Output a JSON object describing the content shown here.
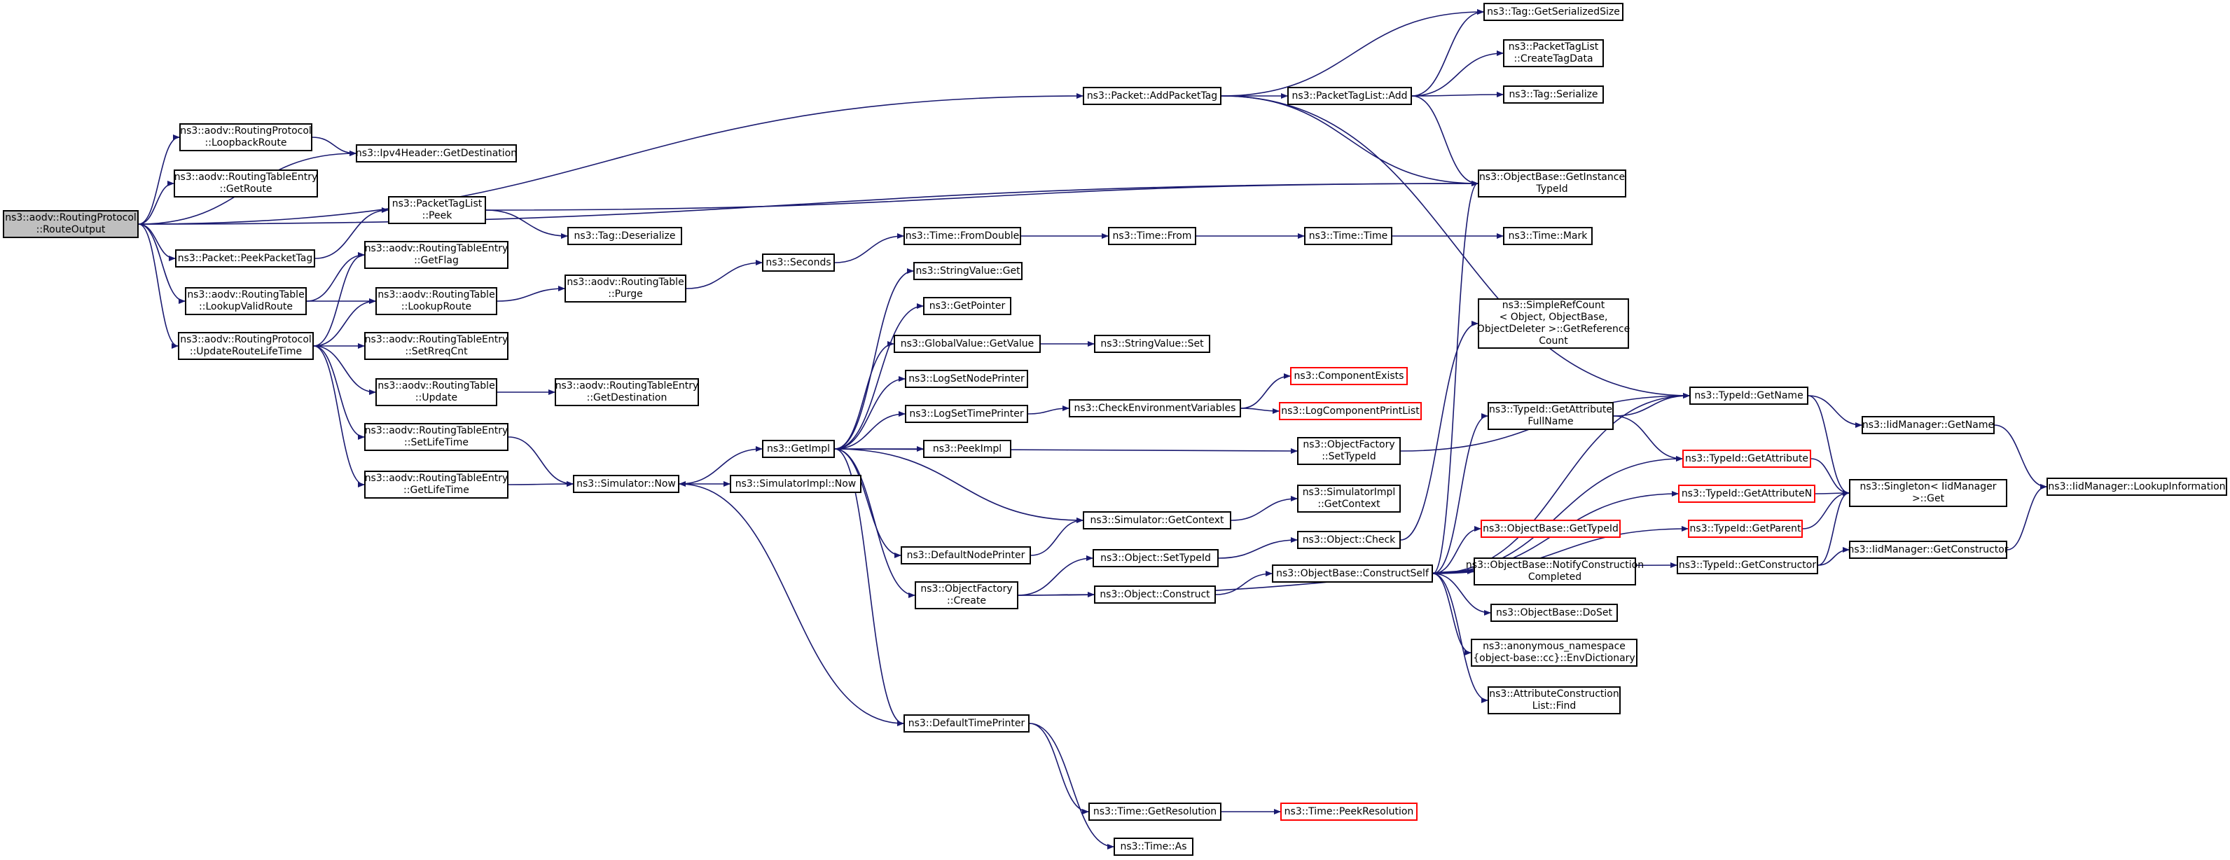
{
  "diagram": {
    "type": "call-graph",
    "colors": {
      "edge": "#191970",
      "node_border": "#000000",
      "truncated_border": "#ff0000",
      "focus_fill": "#bfbfbf"
    },
    "nodes": {
      "route_output": "ns3::aodv::RoutingProtocol\n::RouteOutput",
      "loopback_route": "ns3::aodv::RoutingProtocol\n::LoopbackRoute",
      "ipv4_get_destination": "ns3::Ipv4Header::GetDestination",
      "rte_get_route": "ns3::aodv::RoutingTableEntry\n::GetRoute",
      "peek_packet_tag": "ns3::Packet::PeekPacketTag",
      "lookup_valid_route": "ns3::aodv::RoutingTable\n::LookupValidRoute",
      "update_route_lifetime": "ns3::aodv::RoutingProtocol\n::UpdateRouteLifeTime",
      "add_packet_tag": "ns3::Packet::AddPacketTag",
      "ptl_add": "ns3::PacketTagList::Add",
      "tag_get_serialized_size": "ns3::Tag::GetSerializedSize",
      "ptl_create_tag_data": "ns3::PacketTagList\n::CreateTagData",
      "tag_serialize": "ns3::Tag::Serialize",
      "get_instance_typeid": "ns3::ObjectBase::GetInstance\nTypeId",
      "ptl_peek": "ns3::PacketTagList\n::Peek",
      "tag_deserialize": "ns3::Tag::Deserialize",
      "rte_get_flag": "ns3::aodv::RoutingTableEntry\n::GetFlag",
      "rt_lookup_route": "ns3::aodv::RoutingTable\n::LookupRoute",
      "rt_purge": "ns3::aodv::RoutingTable\n::Purge",
      "rte_set_rreq_cnt": "ns3::aodv::RoutingTableEntry\n::SetRreqCnt",
      "rt_update": "ns3::aodv::RoutingTable\n::Update",
      "rte_get_destination": "ns3::aodv::RoutingTableEntry\n::GetDestination",
      "rte_set_lifetime": "ns3::aodv::RoutingTableEntry\n::SetLifeTime",
      "rte_get_lifetime": "ns3::aodv::RoutingTableEntry\n::GetLifeTime",
      "simulator_now": "ns3::Simulator::Now",
      "simulatorimpl_now": "ns3::SimulatorImpl::Now",
      "get_impl": "ns3::GetImpl",
      "seconds": "ns3::Seconds",
      "time_from_double": "ns3::Time::FromDouble",
      "time_from": "ns3::Time::From",
      "time_time": "ns3::Time::Time",
      "time_mark": "ns3::Time::Mark",
      "stringvalue_get": "ns3::StringValue::Get",
      "get_pointer": "ns3::GetPointer",
      "globalvalue_getvalue": "ns3::GlobalValue::GetValue",
      "stringvalue_set": "ns3::StringValue::Set",
      "log_set_node_printer": "ns3::LogSetNodePrinter",
      "log_set_time_printer": "ns3::LogSetTimePrinter",
      "check_env_vars": "ns3::CheckEnvironmentVariables",
      "component_exists": "ns3::ComponentExists",
      "log_component_print_list": "ns3::LogComponentPrintList",
      "peek_impl": "ns3::PeekImpl",
      "objectfactory_set_typeid": "ns3::ObjectFactory\n::SetTypeId",
      "simplerefcount_get_ref": "ns3::SimpleRefCount\n< Object, ObjectBase,\nObjectDeleter >::GetReference\nCount",
      "typeid_get_name": "ns3::TypeId::GetName",
      "iidmanager_get_name": "ns3::IidManager::GetName",
      "iidmanager_lookup_information": "ns3::IidManager::LookupInformation",
      "typeid_get_attribute_full_name": "ns3::TypeId::GetAttribute\nFullName",
      "typeid_get_attribute": "ns3::TypeId::GetAttribute",
      "singleton_get": "ns3::Singleton< IidManager\n>::Get",
      "typeid_get_attribute_n": "ns3::TypeId::GetAttributeN",
      "simulator_get_context": "ns3::Simulator::GetContext",
      "simulatorimpl_get_context": "ns3::SimulatorImpl\n::GetContext",
      "default_node_printer": "ns3::DefaultNodePrinter",
      "object_set_typeid": "ns3::Object::SetTypeId",
      "object_check": "ns3::Object::Check",
      "objectbase_get_typeid": "ns3::ObjectBase::GetTypeId",
      "typeid_get_parent": "ns3::TypeId::GetParent",
      "typeid_get_constructor": "ns3::TypeId::GetConstructor",
      "iidmanager_get_constructor": "ns3::IidManager::GetConstructor",
      "objectfactory_create": "ns3::ObjectFactory\n::Create",
      "object_construct": "ns3::Object::Construct",
      "objectbase_construct_self": "ns3::ObjectBase::ConstructSelf",
      "objectbase_notify_construction_completed": "ns3::ObjectBase::NotifyConstruction\nCompleted",
      "objectbase_do_set": "ns3::ObjectBase::DoSet",
      "anon_env_dictionary": "ns3::anonymous_namespace\n{object-base::cc}::EnvDictionary",
      "attribute_construction_list_find": "ns3::AttributeConstruction\nList::Find",
      "default_time_printer": "ns3::DefaultTimePrinter",
      "time_get_resolution": "ns3::Time::GetResolution",
      "time_peek_resolution": "ns3::Time::PeekResolution",
      "time_as": "ns3::Time::As"
    }
  }
}
